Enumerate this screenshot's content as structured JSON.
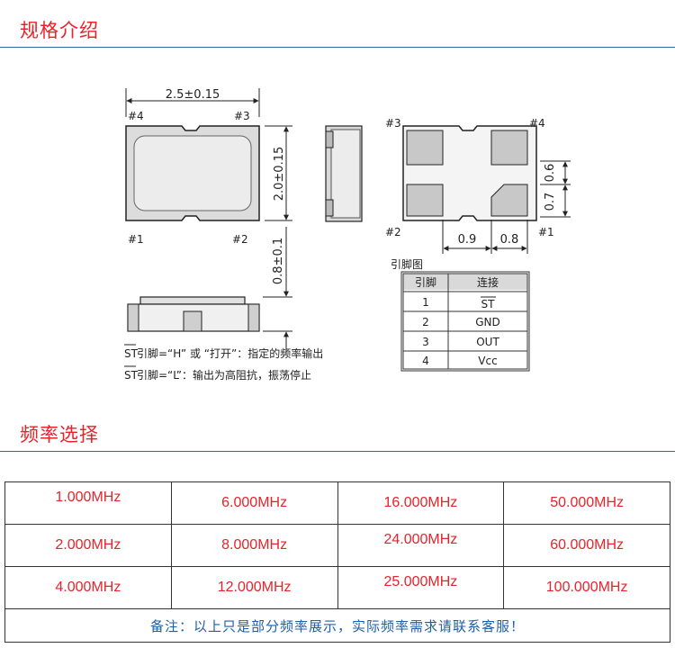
{
  "sections": {
    "spec_title": "规格介绍",
    "freq_title": "频率选择"
  },
  "diagram": {
    "dim_width": "2.5±0.15",
    "dim_height": "2.0±0.15",
    "dim_thickness": "0.8±0.1",
    "pad_spacing_v1": "0.6",
    "pad_spacing_v2": "0.7",
    "pad_width": "0.9",
    "pad_gap": "0.8",
    "top_view_pins": [
      "#4",
      "#3",
      "#1",
      "#2"
    ],
    "bottom_view_pins": [
      "#3",
      "#4",
      "#2",
      "#1"
    ],
    "pin_table_caption": "引脚图",
    "pin_table_headers": [
      "引脚",
      "连接"
    ],
    "pin_table_rows": [
      {
        "pin": "1",
        "conn": "ST"
      },
      {
        "pin": "2",
        "conn": "GND"
      },
      {
        "pin": "3",
        "conn": "OUT"
      },
      {
        "pin": "4",
        "conn": "Vcc"
      }
    ],
    "note_st": "ST",
    "note_line1": " 引脚=“H” 或 “打开”：指定的频率输出",
    "note_line2": " 引脚=“L”：输出为高阻抗，振荡停止"
  },
  "freq_table": {
    "rows": [
      [
        "1.000MHz",
        "6.000MHz",
        "16.000MHz",
        "50.000MHz"
      ],
      [
        "2.000MHz",
        "8.000MHz",
        "24.000MHz",
        "60.000MHz"
      ],
      [
        "4.000MHz",
        "12.000MHz",
        "25.000MHz",
        "100.000MHz"
      ]
    ],
    "note": "备注：以上只是部分频率展示，实际频率需求请联系客服！"
  },
  "colors": {
    "title_red": "#e8232a",
    "rule_blue": "#2a6aa8",
    "note_blue": "#1f5fa8"
  }
}
